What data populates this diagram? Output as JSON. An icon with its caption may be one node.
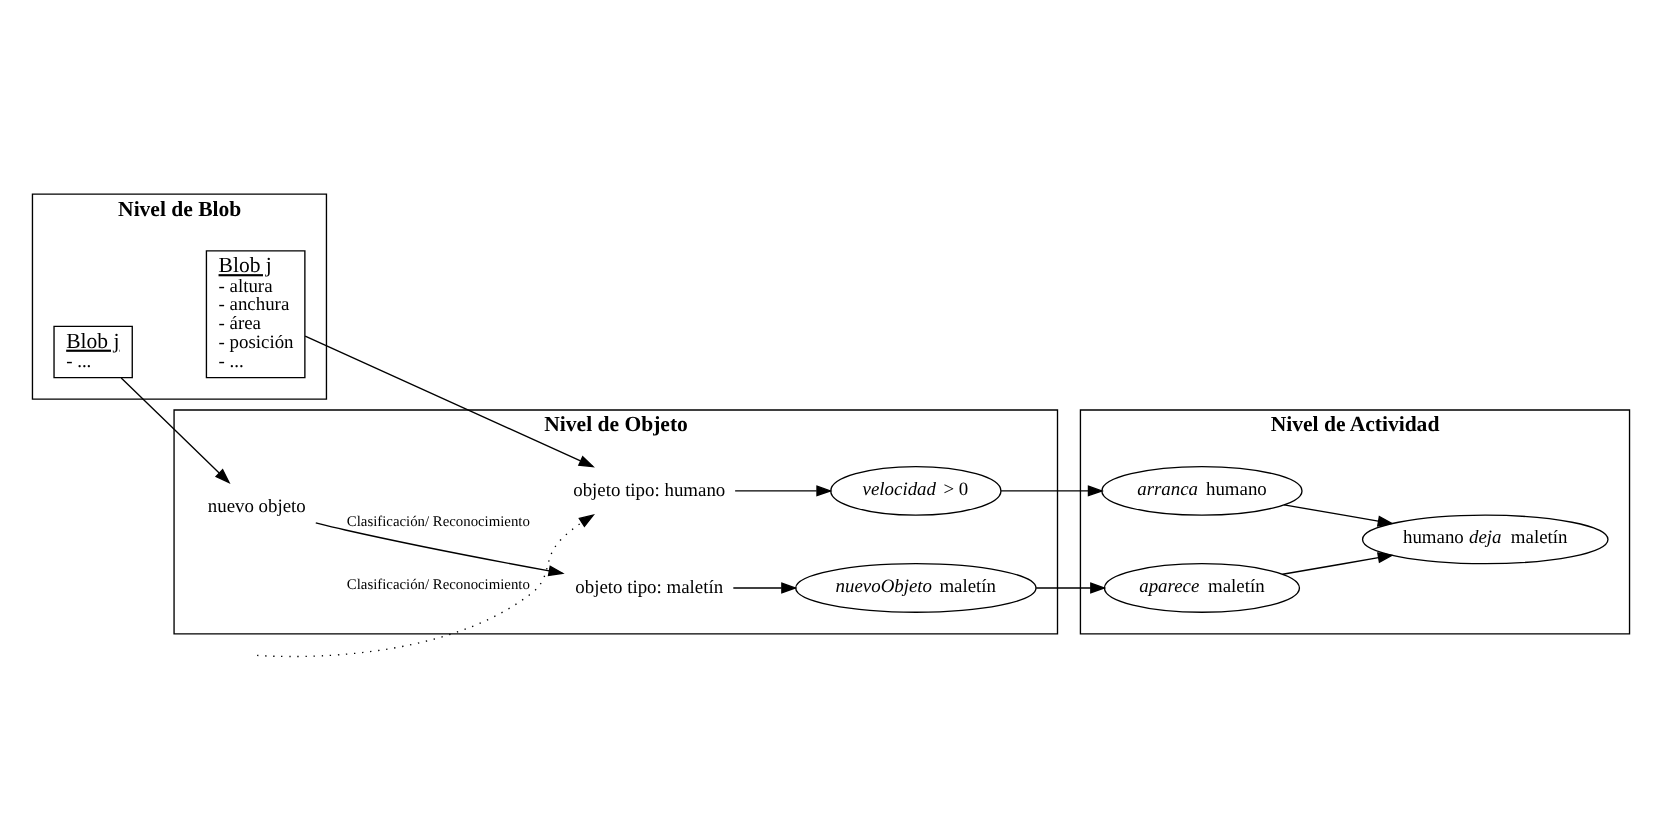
{
  "diagram": {
    "nodes": [
      {
        "text": [
          "Nivel de Blob"
        ]
      },
      {
        "text": [
          "Nivel de Objeto"
        ]
      },
      {
        "text": [
          "Nivel de Actividad"
        ]
      },
      {
        "text": [
          "Blob j",
          "- altura",
          "- anchura",
          "- área",
          "- posición",
          "- ..."
        ],
        "in": 0
      },
      {
        "text": [
          "Blob j",
          "- ..."
        ],
        "in": 0
      },
      {
        "text": [
          "objeto tipo: humano"
        ],
        "in": 1
      },
      {
        "text": [
          "*velocidad* > 0"
        ],
        "in": 1
      },
      {
        "text": [
          "nuevo objeto"
        ],
        "in": 1
      },
      {
        "text": [
          "objeto tipo: maletín"
        ],
        "in": 1
      },
      {
        "text": [
          "*nuevoObjeto* maletín"
        ],
        "in": 1
      },
      {
        "text": [
          "*arranca* humano"
        ],
        "in": 2
      },
      {
        "text": [
          "humano *deja* maletín"
        ],
        "in": 2
      },
      {
        "text": [
          "*aparece* maletín"
        ],
        "in": 2
      }
    ],
    "edges": [
      {
        "from": null,
        "to": 5,
        "arrow": "to",
        "style": "dashed",
        "label": "Clasificación/ Reconocimiento"
      },
      {
        "from": 3,
        "to": 5,
        "arrow": "to"
      },
      {
        "from": 5,
        "to": 6,
        "arrow": "to"
      },
      {
        "from": 6,
        "to": 10,
        "arrow": "to"
      },
      {
        "from": 10,
        "to": 11,
        "arrow": "to"
      },
      {
        "from": 4,
        "to": 7,
        "arrow": "to"
      },
      {
        "from": 7,
        "to": 8,
        "arrow": "to",
        "label": "Clasificación/ Reconocimiento"
      },
      {
        "from": 8,
        "to": 9,
        "arrow": "to"
      },
      {
        "from": 9,
        "to": 12,
        "arrow": "to"
      },
      {
        "from": 12,
        "to": 11,
        "arrow": "to"
      }
    ]
  }
}
